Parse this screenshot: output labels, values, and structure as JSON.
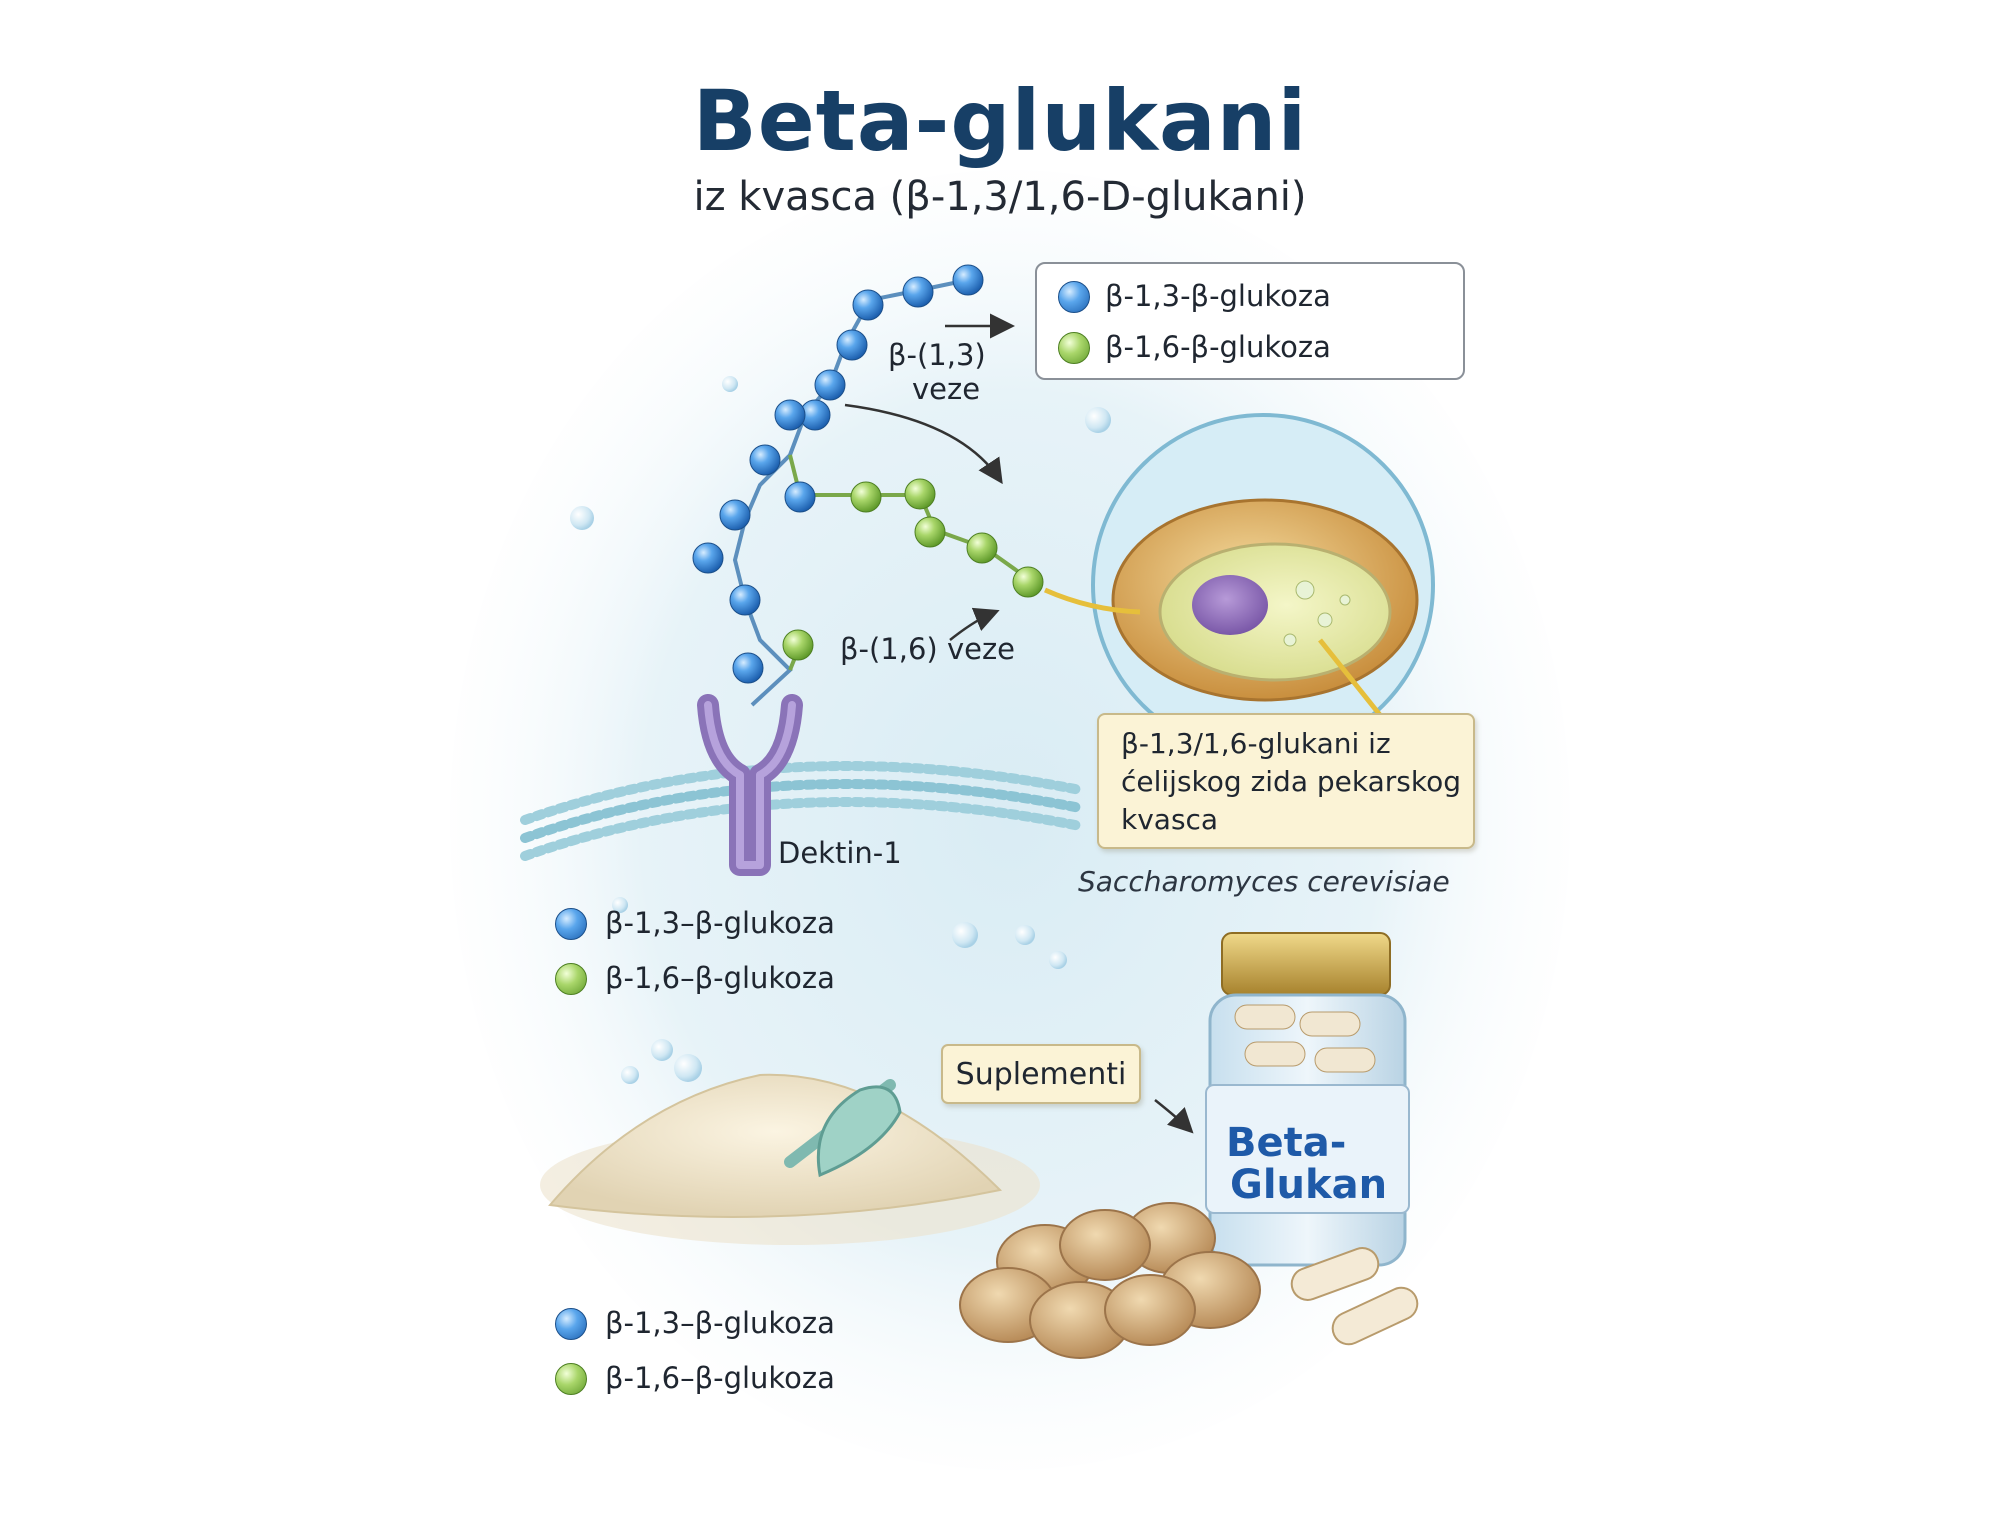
{
  "title": "Beta-glukani",
  "subtitle": "iz kvasca (β-1,3/1,6-D-glukani)",
  "legend_box": {
    "blue_label": "β-1,3-β-glukoza",
    "green_label": "β-1,6-β-glukoza"
  },
  "annotations": {
    "bond_13_line1": "β-(1,3)",
    "bond_13_line2": "veze",
    "bond_16": "β-(1,6) veze",
    "receptor": "Dektin-1"
  },
  "callout": {
    "line1": "β-1,3/1,6-glukani iz",
    "line2": "ćelijskog zida pekarskog",
    "line3": "kvasca"
  },
  "species": "Saccharomyces cerevisiae",
  "legend_middle": {
    "blue_label": "β-1,3–β-glukoza",
    "green_label": "β-1,6–β-glukoza"
  },
  "legend_bottom": {
    "blue_label": "β-1,3–β-glukoza",
    "green_label": "β-1,6–β-glukoza"
  },
  "supplements_label": "Suplementi",
  "jar_label": {
    "line1": "Beta-",
    "line2": "Glukan"
  },
  "colors": {
    "title": "#173f66",
    "beta13_glucose": "#3d8fe0",
    "beta16_glucose": "#9acb5a",
    "receptor": "#9b86c4",
    "callout_bg": "#fbf3d6",
    "jar_cap": "#c9a546"
  },
  "icons": [
    "blue-glucose-dot-icon",
    "green-glucose-dot-icon",
    "arrow-icon",
    "yeast-cell-icon",
    "dectin-receptor-icon",
    "powder-scoop-icon",
    "supplement-jar-icon",
    "capsule-icon",
    "tablet-icon"
  ]
}
